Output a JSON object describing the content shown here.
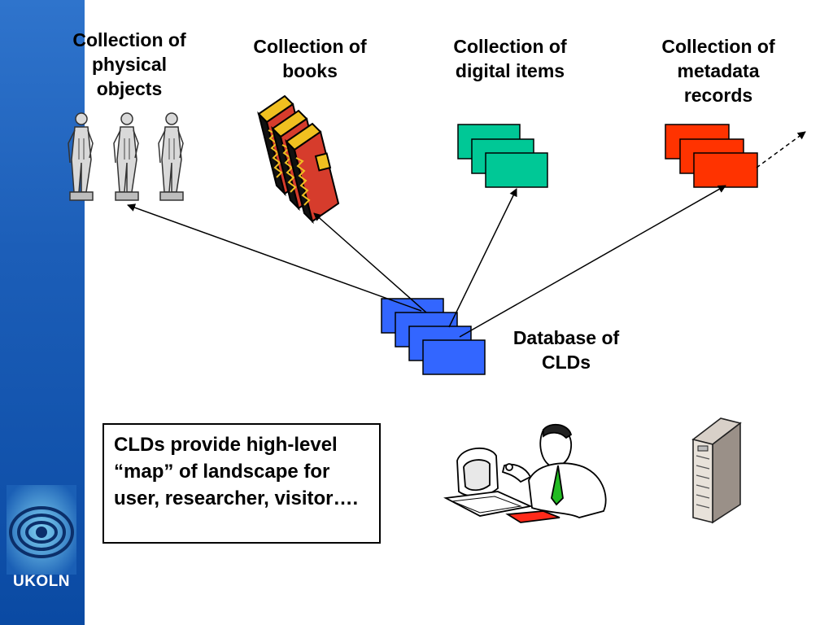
{
  "labels": {
    "physical": "Collection of physical objects",
    "books": "Collection of books",
    "digital": "Collection of digital items",
    "metadata": "Collection of metadata records",
    "database": "Database of CLDs"
  },
  "callout": {
    "text": "CLDs provide high-level “map” of landscape for user, researcher, visitor…."
  },
  "logo": {
    "text": "UKOLN"
  },
  "icons": {
    "physical": "statue-icon",
    "books": "books-icon",
    "digital": "digital-items-icon",
    "metadata": "metadata-records-icon",
    "database": "database-icon",
    "user": "person-at-computer-icon",
    "server": "server-tower-icon"
  },
  "colors": {
    "sidebar": "#1c5eb8",
    "digital_items": "#00c896",
    "metadata_records": "#ff3300",
    "database_records": "#3366ff",
    "book_spine": "#d63c2c"
  }
}
